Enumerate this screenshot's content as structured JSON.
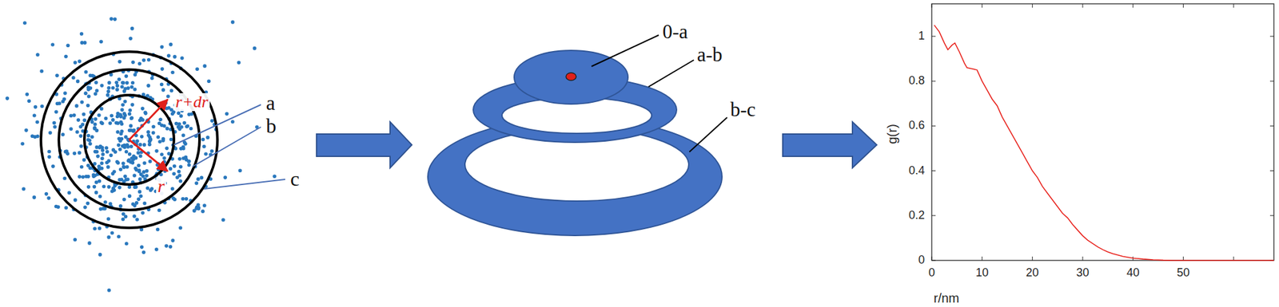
{
  "diagram": {
    "labels": [
      "r+dr",
      "r",
      "a",
      "b",
      "c",
      "0-a",
      "a-b",
      "b-c",
      "g(r)",
      "r/nm",
      "1",
      "0.8",
      "0.6",
      "0.4",
      "0.2",
      "0",
      "0",
      "10",
      "20",
      "30",
      "40",
      "50"
    ]
  }
}
